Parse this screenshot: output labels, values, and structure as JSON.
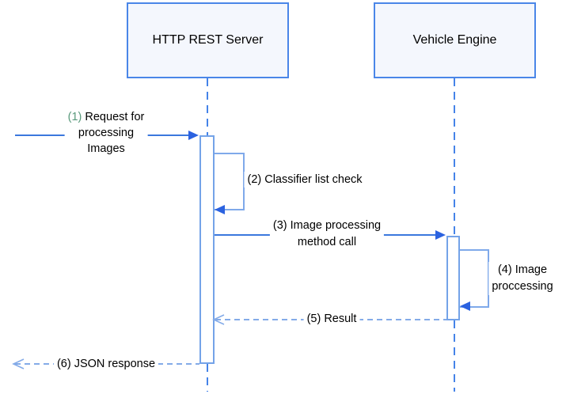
{
  "diagram": {
    "type": "uml-sequence-diagram",
    "actors": [
      {
        "name": "HTTP REST Server"
      },
      {
        "name": "Vehicle Engine"
      }
    ],
    "messages": [
      {
        "num": "(1)",
        "lines": [
          "Request for",
          "processing",
          "Images"
        ],
        "from": "external",
        "to": "HTTP REST Server",
        "style": "solid-filled-arrow"
      },
      {
        "text": "(2) Classifier list check",
        "from": "HTTP REST Server",
        "to": "HTTP REST Server",
        "style": "self-loop"
      },
      {
        "lines": [
          "(3) Image processing",
          "method call"
        ],
        "from": "HTTP REST Server",
        "to": "Vehicle Engine",
        "style": "solid-filled-arrow"
      },
      {
        "lines": [
          "(4) Image",
          "proccessing"
        ],
        "from": "Vehicle Engine",
        "to": "Vehicle Engine",
        "style": "self-loop"
      },
      {
        "text": "(5) Result",
        "from": "Vehicle Engine",
        "to": "HTTP REST Server",
        "style": "dashed-open-arrow"
      },
      {
        "text": "(6) JSON response",
        "from": "HTTP REST Server",
        "to": "external",
        "style": "dashed-open-arrow"
      }
    ],
    "colors": {
      "actor_border": "#4a86e8",
      "actor_fill": "#f4f7fd",
      "lifeline": "#4583e8",
      "activation_border": "#74a3e8",
      "solid_message_line": "#3b78dd",
      "arrowhead_fill": "#2b62e0",
      "self_loop_line": "#7fa9ea",
      "dashed_message_line": "#84abe8",
      "message1_number": "#58997b",
      "text": "#000000",
      "background": "#ffffff"
    }
  }
}
